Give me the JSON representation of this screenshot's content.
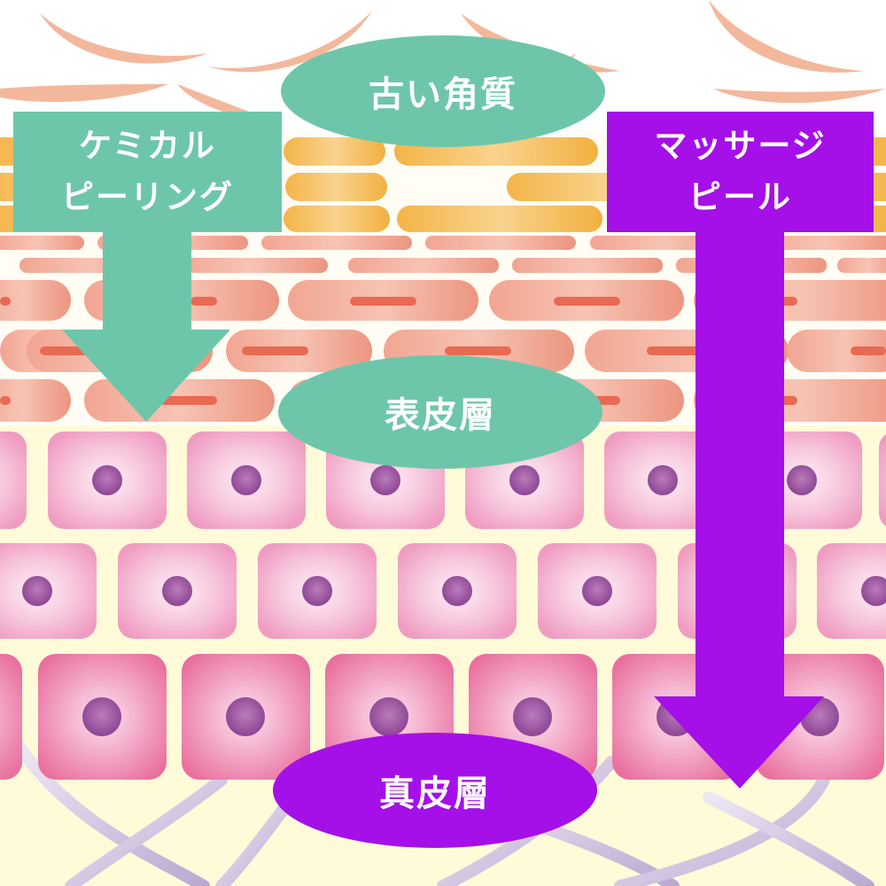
{
  "diagram": {
    "title": "Skin layer peeling depth comparison",
    "colors": {
      "teal": "#6EC6AA",
      "purple": "#A50FE8",
      "dead_cell": "#F2B395",
      "stratum_corneum": "#F5BC5A",
      "granular_cell": "#EE9D8B",
      "granule_mark": "#E86850",
      "spinous_cell": "#F2A8C8",
      "basal_cell": "#EC7DAA",
      "nucleus": "#9A4F9E",
      "dermis_bg": "#FFFBD8",
      "fiber": "#C8B6DA"
    },
    "layers": {
      "old_keratin": {
        "label": "古い角質"
      },
      "epidermis": {
        "label": "表皮層"
      },
      "dermis": {
        "label": "真皮層"
      }
    },
    "treatments": [
      {
        "name": "chemical-peeling",
        "line1": "ケミカル",
        "line2": "ピーリング",
        "reaches": "表皮層"
      },
      {
        "name": "massage-peel",
        "line1": "マッサージ",
        "line2": "ピール",
        "reaches": "真皮層"
      }
    ]
  }
}
